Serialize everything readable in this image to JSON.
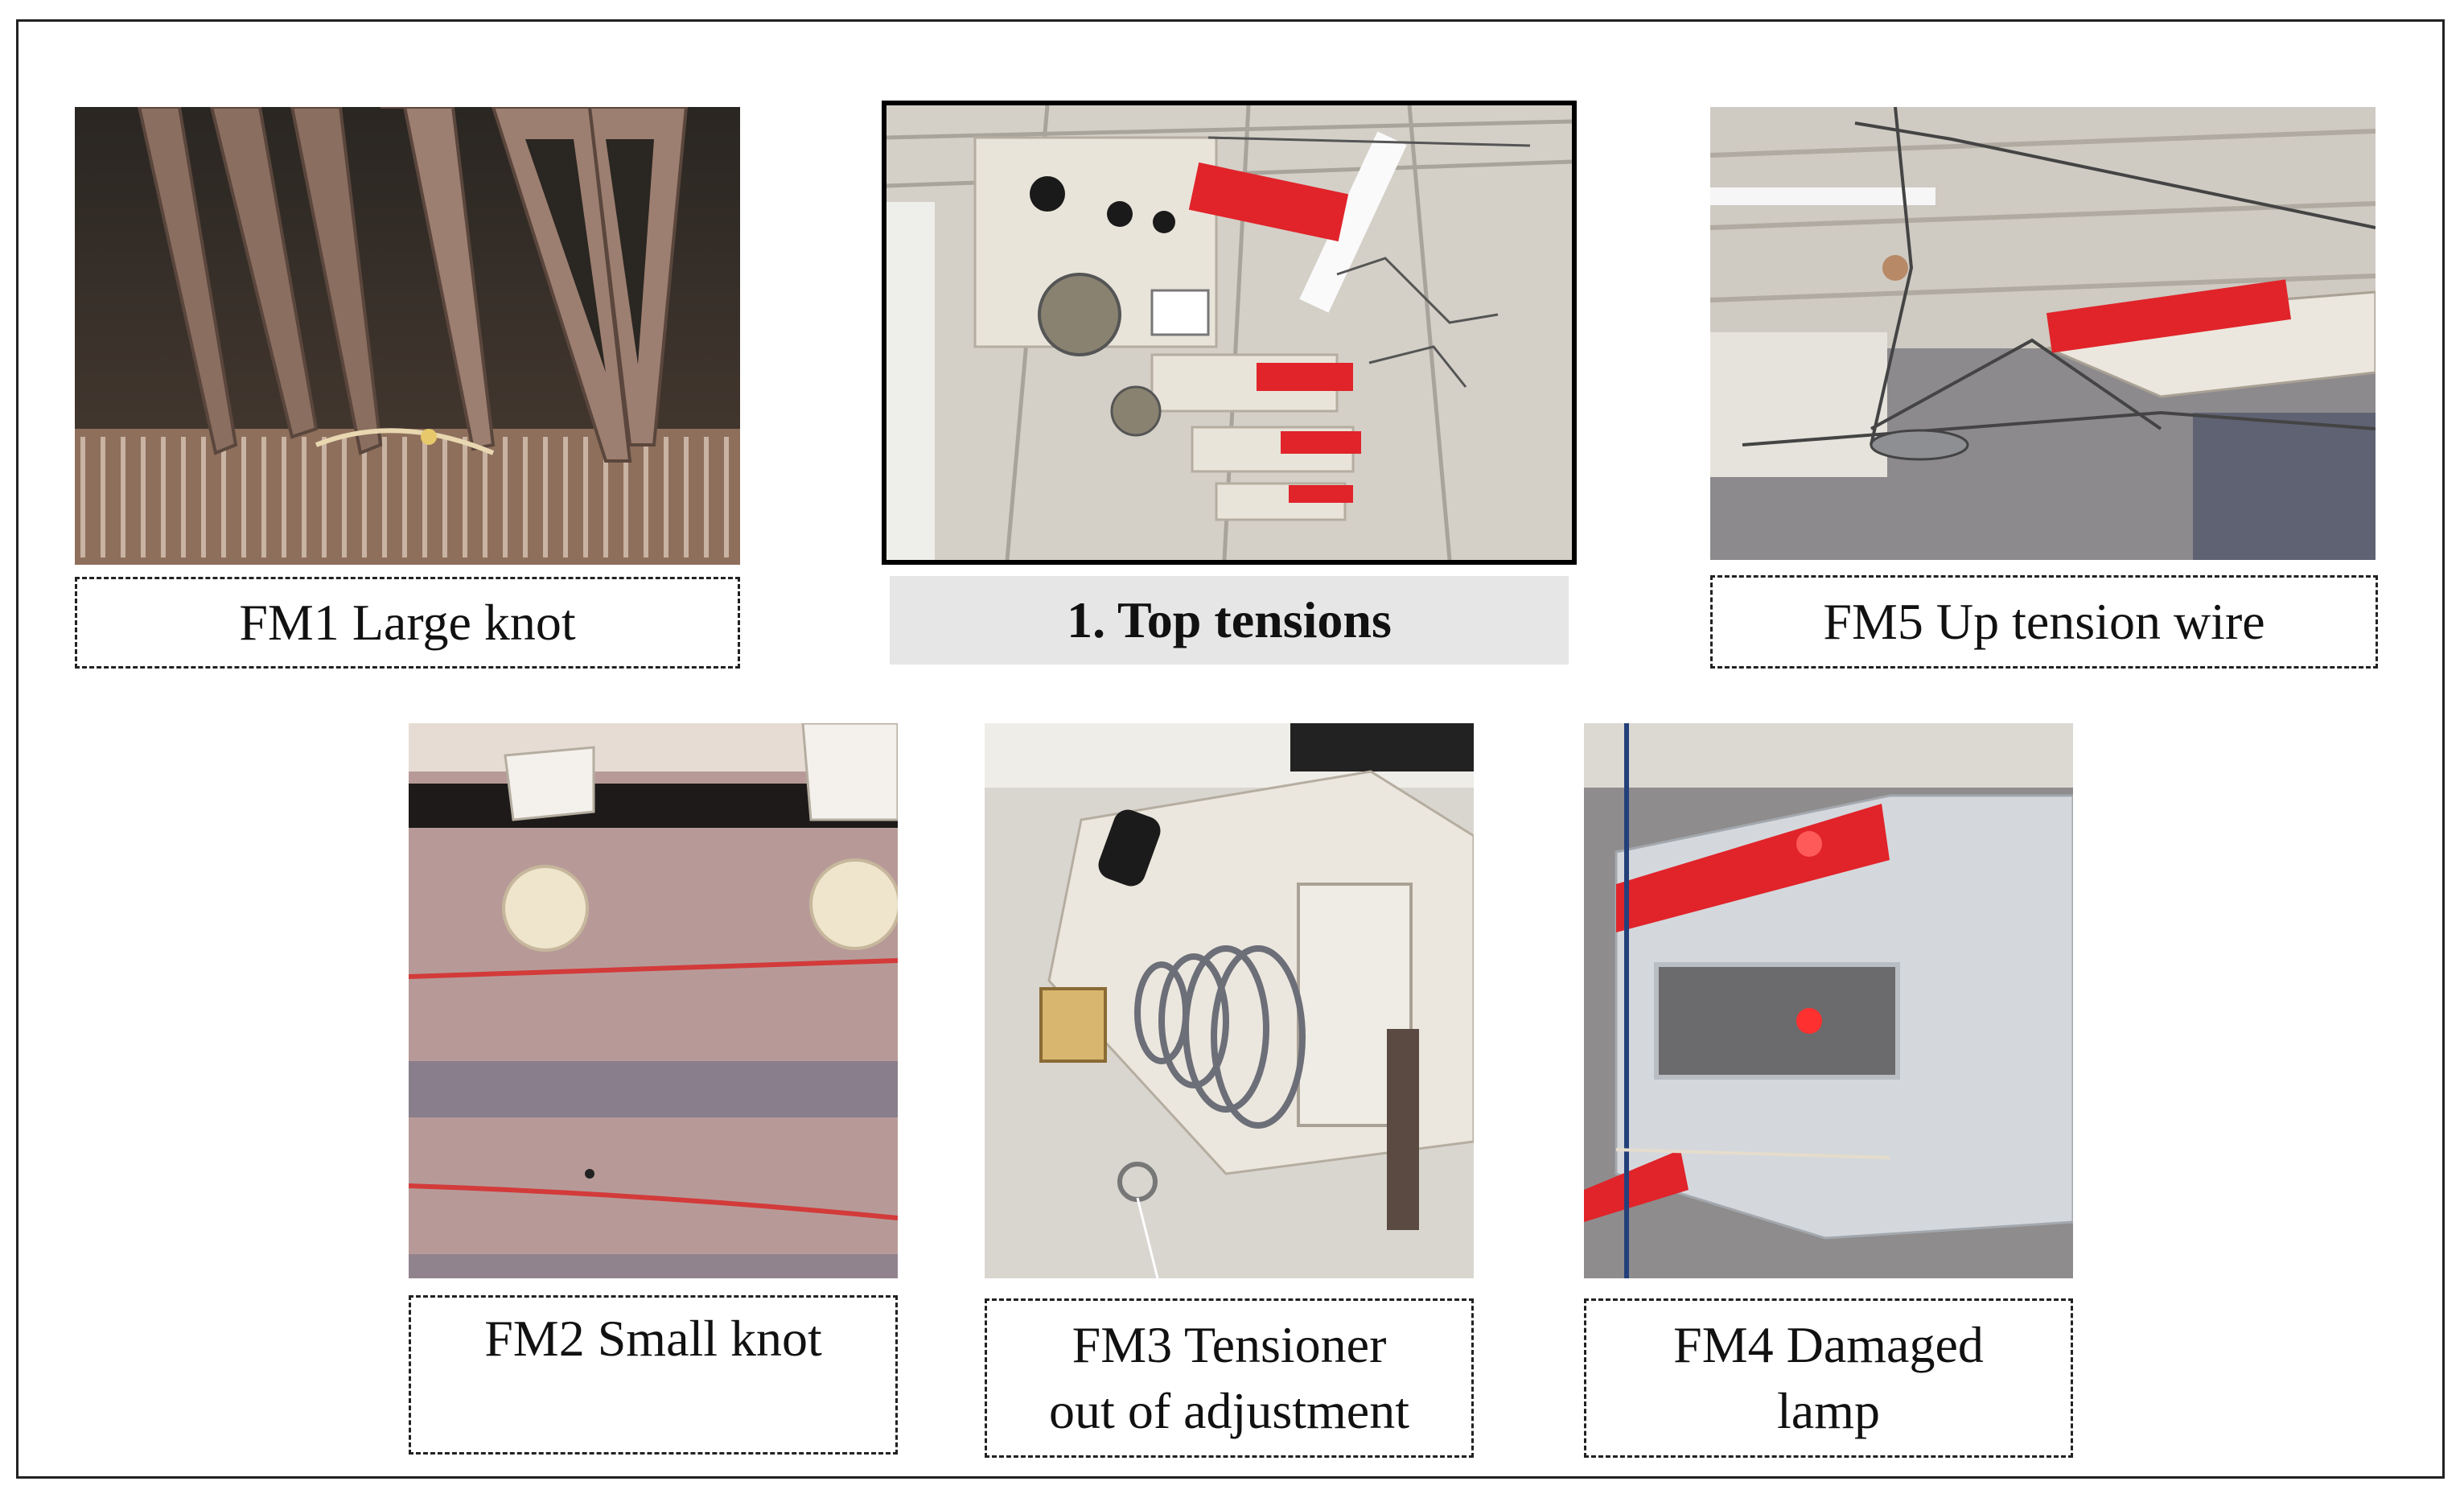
{
  "captions": {
    "fm1": "FM1 Large knot",
    "top": "1. Top tensions",
    "fm5": "FM5 Up tension wire",
    "fm2": "FM2 Small knot",
    "fm3": "FM3 Tensioner\nout of adjustment",
    "fm4": "FM4 Damaged\nlamp"
  },
  "colors": {
    "indicator_red": "#e0242a",
    "machine_white": "#e8e4dc",
    "fabric_mauve": "#b79a98",
    "frame_border": "#222222"
  }
}
